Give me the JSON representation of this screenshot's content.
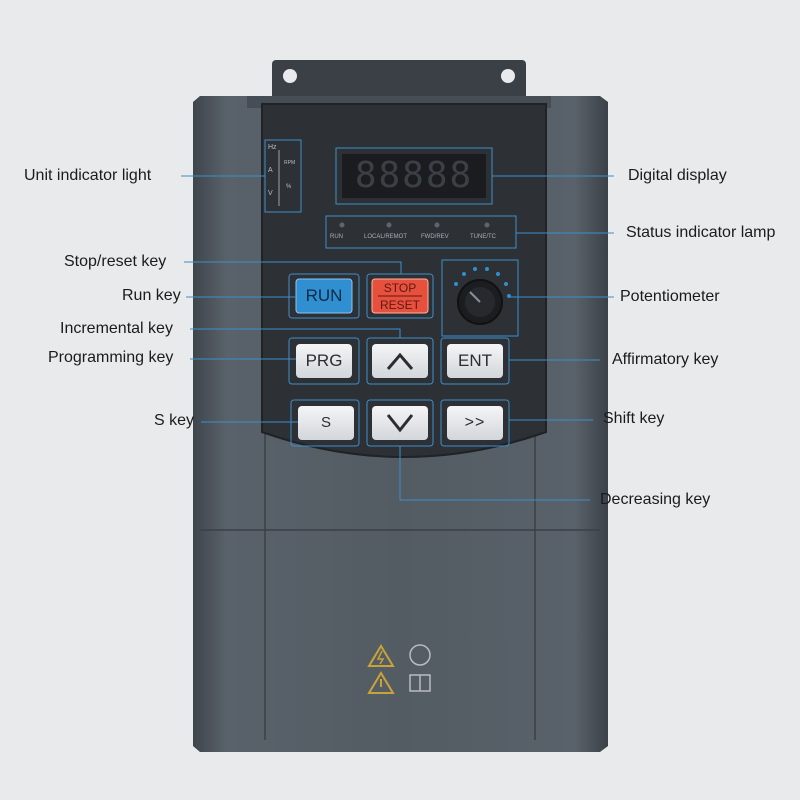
{
  "device": {
    "panel_indicators": {
      "unit_letters": [
        "Hz",
        "A",
        "V"
      ],
      "unit_small": [
        "RPM",
        "%"
      ],
      "status_labels": [
        "RUN",
        "LOCAL/REMOT",
        "FWD/REV",
        "TUNE/TC"
      ]
    },
    "display_text": "88888",
    "keys": {
      "run": "RUN",
      "stop": "STOP",
      "reset": "RESET",
      "prg": "PRG",
      "up": "^",
      "ent": "ENT",
      "s": "S",
      "down": "v",
      "shift": ">>"
    },
    "colors": {
      "body": "#4f575f",
      "panel": "#2b2e33",
      "run_key": "#2f8fd0",
      "stop_key": "#e8503e",
      "leader": "#3d8fc9"
    }
  },
  "labels": {
    "unit_indicator_light": "Unit indicator light",
    "digital_display": "Digital display",
    "status_indicator_lamp": "Status indicator lamp",
    "stop_reset_key": "Stop/reset key",
    "run_key": "Run key",
    "potentiometer": "Potentiometer",
    "incremental_key": "Incremental key",
    "programming_key": "Programming key",
    "affirmatory_key": "Affirmatory key",
    "s_key": "S key",
    "shift_key": "Shift key",
    "decreasing_key": "Decreasing key"
  }
}
